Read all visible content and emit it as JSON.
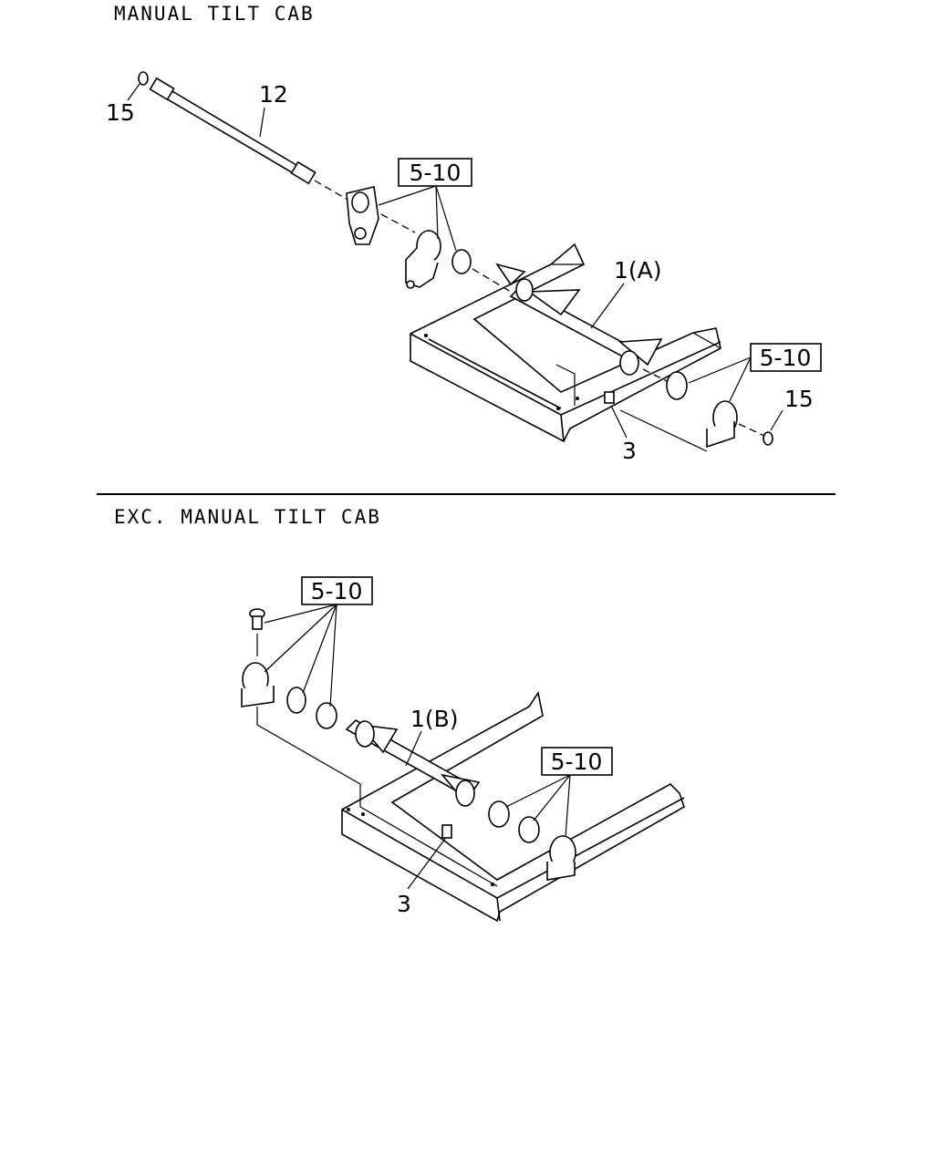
{
  "sections": [
    {
      "title": "MANUAL TILT CAB",
      "callouts": {
        "bolt_15_top": "15",
        "rod_12": "12",
        "ref_box_1": "5-10",
        "shaft_1A": "1(A)",
        "ref_box_2": "5-10",
        "ring_15_right": "15",
        "fitting_3": "3"
      }
    },
    {
      "title": "EXC. MANUAL TILT CAB",
      "callouts": {
        "ref_box_1": "5-10",
        "shaft_1B": "1(B)",
        "ref_box_2": "5-10",
        "fitting_3": "3"
      }
    }
  ]
}
